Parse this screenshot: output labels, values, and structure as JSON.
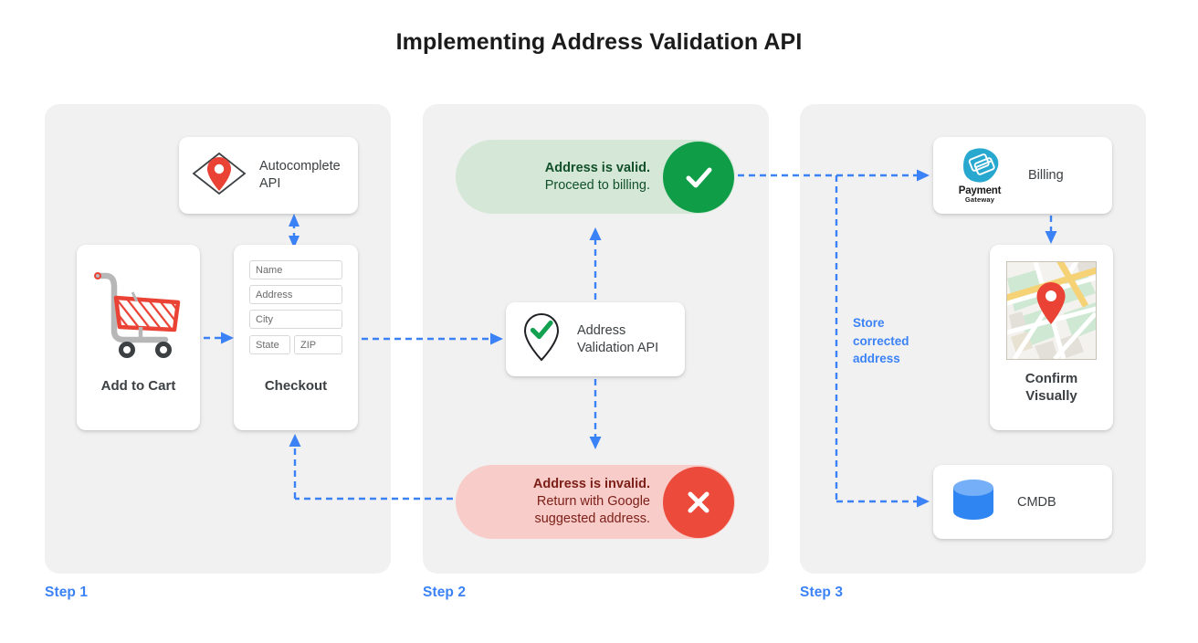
{
  "title": "Implementing Address Validation API",
  "steps": [
    {
      "label": "Step 1"
    },
    {
      "label": "Step 2"
    },
    {
      "label": "Step 3"
    }
  ],
  "step1": {
    "autocomplete": {
      "label_line1": "Autocomplete",
      "label_line2": "API",
      "icon": "map-pin-on-map-icon"
    },
    "cart": {
      "label": "Add to Cart",
      "icon": "shopping-cart-icon"
    },
    "checkout": {
      "label": "Checkout",
      "fields": [
        {
          "name": "name-field",
          "placeholder": "Name"
        },
        {
          "name": "address-field",
          "placeholder": "Address"
        },
        {
          "name": "city-field",
          "placeholder": "City"
        },
        {
          "name": "state-field",
          "placeholder": "State"
        },
        {
          "name": "zip-field",
          "placeholder": "ZIP"
        }
      ]
    }
  },
  "step2": {
    "valid": {
      "line1": "Address is valid.",
      "line2": "Proceed to billing.",
      "line3": "",
      "icon": "check-icon",
      "bg_color": "#d5e8d8",
      "circle_color": "#109d48"
    },
    "invalid": {
      "line1": "Address is invalid.",
      "line2": "Return with Google",
      "line3": "suggested address.",
      "icon": "close-x-icon",
      "bg_color": "#f7ccc9",
      "circle_color": "#ec4a3b"
    },
    "validation_api": {
      "label_line1": "Address",
      "label_line2": "Validation API",
      "icon": "pin-with-check-icon"
    }
  },
  "step3": {
    "billing": {
      "label": "Billing",
      "logo_name": "Payment",
      "logo_sub": "Gateway",
      "icon": "payment-gateway-icon"
    },
    "confirm": {
      "label_line1": "Confirm",
      "label_line2": "Visually",
      "icon": "map-thumbnail-icon"
    },
    "cmdb": {
      "label": "CMDB",
      "icon": "database-cylinder-icon"
    },
    "store_note": {
      "line1": "Store",
      "line2": "corrected",
      "line3": "address"
    }
  },
  "colors": {
    "accent_blue": "#3b82f6",
    "panel_bg": "#f1f1f1",
    "red": "#ec4a3b",
    "green": "#109d48",
    "teal": "#29a8cf"
  }
}
